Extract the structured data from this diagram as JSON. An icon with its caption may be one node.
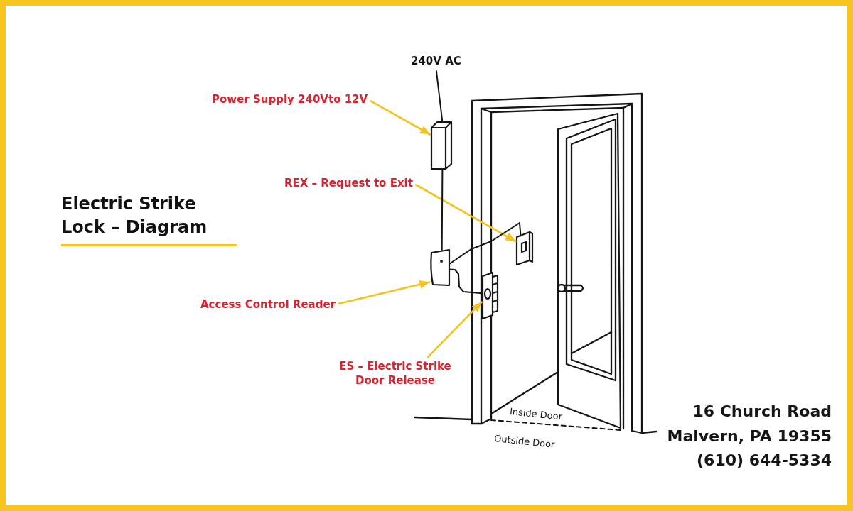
{
  "diagram": {
    "title": "Electric Strike Lock – Diagram",
    "nodes": [
      {
        "text": [
          "240V AC"
        ]
      },
      {
        "text": [
          "Power Supply 240Vto 12V"
        ]
      },
      {
        "text": [],
        "shape": "box"
      },
      {
        "text": [
          "REX – Request to Exit"
        ]
      },
      {
        "text": [],
        "shape": "box"
      },
      {
        "text": [
          "Access Control Reader"
        ]
      },
      {
        "text": [],
        "shape": "box"
      },
      {
        "text": [
          "ES – Electric Strike Door Release"
        ]
      },
      {
        "text": [],
        "shape": "box"
      }
    ],
    "edges": [
      {
        "from": 1,
        "to": 2,
        "arrow": "to",
        "color": "#f2c41d"
      },
      {
        "from": 3,
        "to": 4,
        "arrow": "to",
        "color": "#f2c41d"
      },
      {
        "from": 5,
        "to": 6,
        "arrow": "to",
        "color": "#f2c41d"
      },
      {
        "from": 7,
        "to": 8,
        "arrow": "to",
        "color": "#f2c41d"
      },
      {
        "from": 0,
        "to": 2,
        "arrow": "none",
        "color": "#151515"
      },
      {
        "from": 2,
        "to": 6,
        "arrow": "none",
        "color": "#151515"
      },
      {
        "from": 6,
        "to": 4,
        "arrow": "none",
        "color": "#151515"
      },
      {
        "from": 6,
        "to": 8,
        "arrow": "none",
        "color": "#151515"
      }
    ],
    "labels": [
      "Inside Door",
      "Outside Door",
      "16 Church Road",
      "Malvern, PA 19355",
      "(610) 644-5334"
    ]
  }
}
